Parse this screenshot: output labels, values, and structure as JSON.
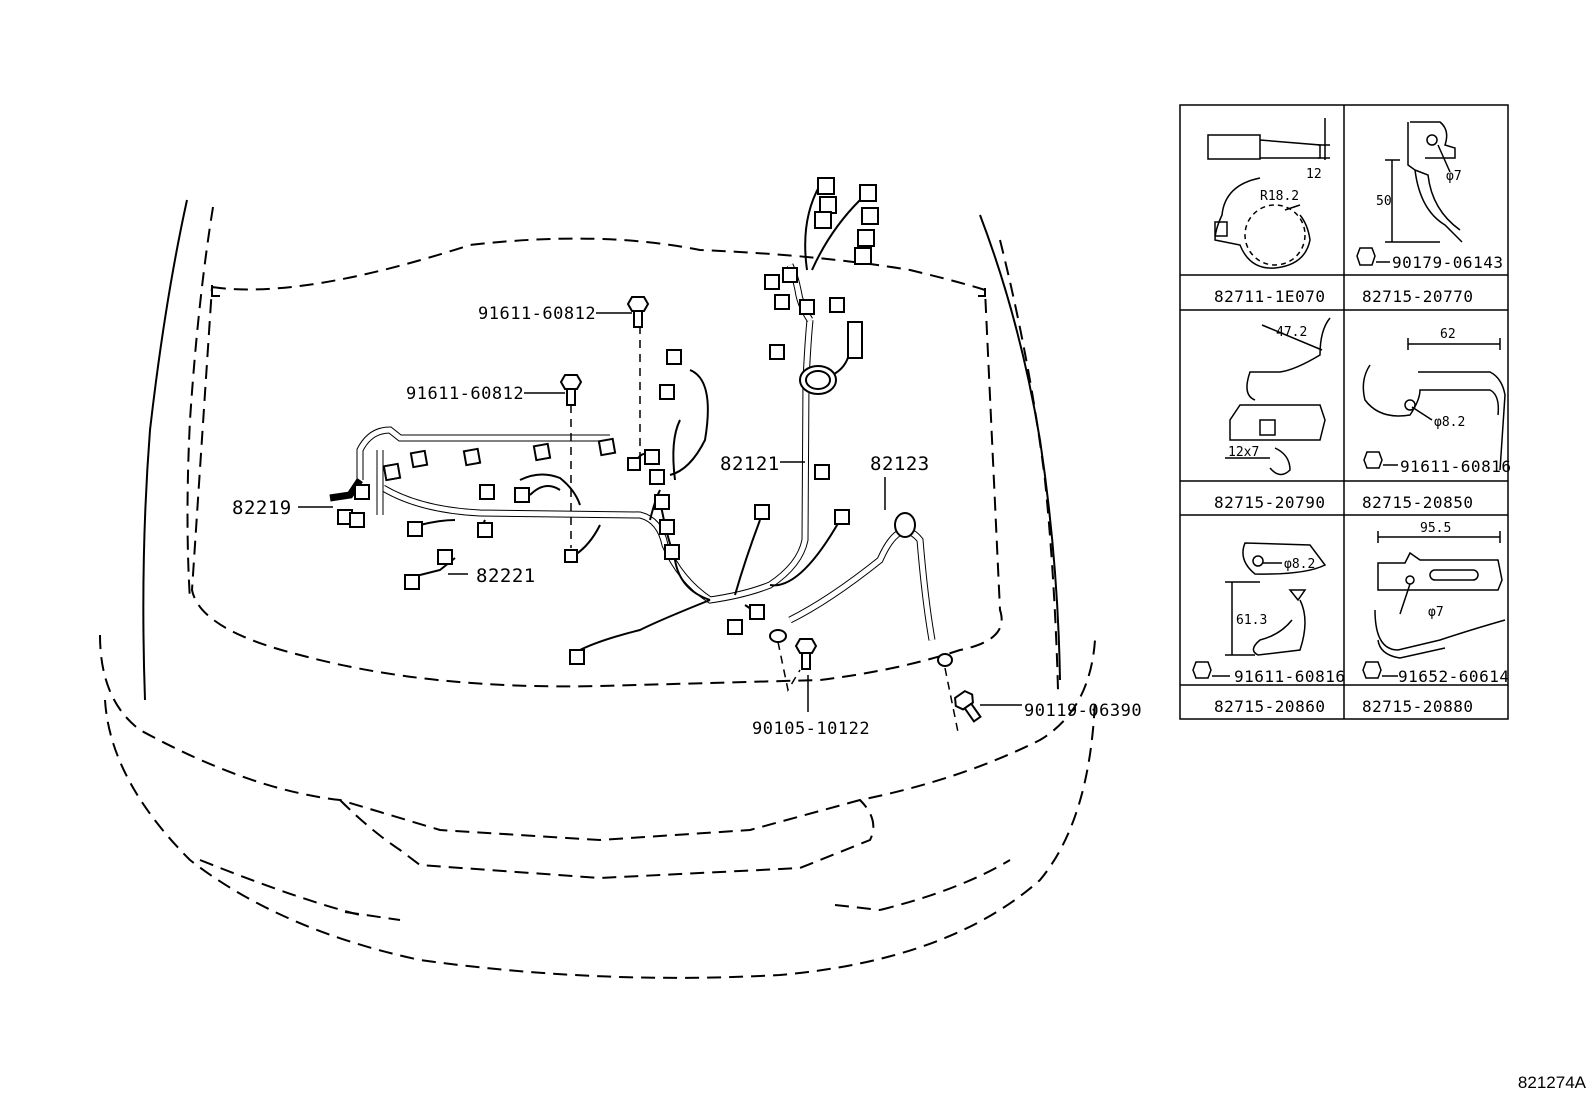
{
  "labels": {
    "bolt_top": "91611-60812",
    "bolt_mid": "91611-60812",
    "harness_82219": "82219",
    "harness_82221": "82221",
    "harness_82121": "82121",
    "harness_82123": "82123",
    "bolt_90105": "90105-10122",
    "bolt_90119": "90119-06390"
  },
  "detail_table": {
    "cells": [
      {
        "caption": "82711-1E070",
        "dims": [
          "12",
          "R18.2"
        ],
        "fastener": ""
      },
      {
        "caption": "82715-20770",
        "dims": [
          "50",
          "φ7"
        ],
        "fastener": "90179-06143"
      },
      {
        "caption": "82715-20790",
        "dims": [
          "47.2",
          "12x7"
        ],
        "fastener": ""
      },
      {
        "caption": "82715-20850",
        "dims": [
          "62",
          "φ8.2"
        ],
        "fastener": "91611-60816"
      },
      {
        "caption": "82715-20860",
        "dims": [
          "φ8.2",
          "61.3"
        ],
        "fastener": "91611-60816"
      },
      {
        "caption": "82715-20880",
        "dims": [
          "95.5",
          "φ7"
        ],
        "fastener": "91652-60614"
      }
    ]
  },
  "diagram_id": "821274A"
}
